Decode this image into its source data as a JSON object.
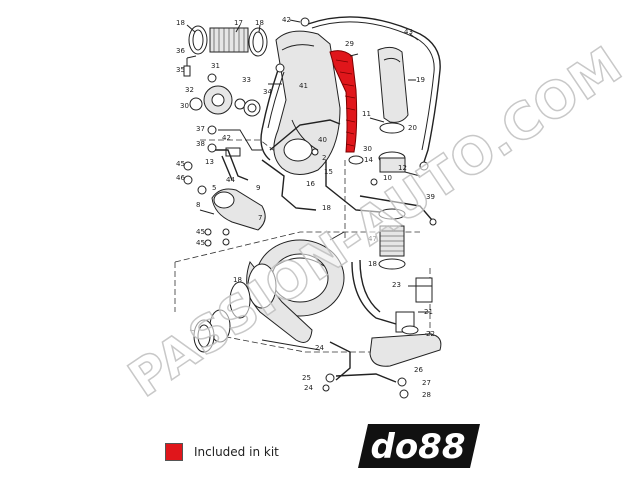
{
  "diagram": {
    "part_labels": [
      {
        "id": "p18a",
        "text": "18"
      },
      {
        "id": "p17",
        "text": "17"
      },
      {
        "id": "p18b",
        "text": "18"
      },
      {
        "id": "p42",
        "text": "42"
      },
      {
        "id": "p36",
        "text": "36"
      },
      {
        "id": "p35",
        "text": "35"
      },
      {
        "id": "p31",
        "text": "31"
      },
      {
        "id": "p33",
        "text": "33"
      },
      {
        "id": "p34",
        "text": "34"
      },
      {
        "id": "p41",
        "text": "41"
      },
      {
        "id": "p32",
        "text": "32"
      },
      {
        "id": "p30a",
        "text": "30"
      },
      {
        "id": "p29",
        "text": "29"
      },
      {
        "id": "p43",
        "text": "43"
      },
      {
        "id": "p19",
        "text": "19"
      },
      {
        "id": "p37",
        "text": "37"
      },
      {
        "id": "p38",
        "text": "38"
      },
      {
        "id": "p42b",
        "text": "42"
      },
      {
        "id": "p11",
        "text": "11"
      },
      {
        "id": "p20",
        "text": "20"
      },
      {
        "id": "p40",
        "text": "40"
      },
      {
        "id": "p30b",
        "text": "30"
      },
      {
        "id": "p13",
        "text": "13"
      },
      {
        "id": "p45a",
        "text": "45"
      },
      {
        "id": "p2",
        "text": "2"
      },
      {
        "id": "p14",
        "text": "14"
      },
      {
        "id": "p15",
        "text": "15"
      },
      {
        "id": "p12",
        "text": "12"
      },
      {
        "id": "p46",
        "text": "46"
      },
      {
        "id": "p10",
        "text": "10"
      },
      {
        "id": "p16",
        "text": "16"
      },
      {
        "id": "p39",
        "text": "39"
      },
      {
        "id": "p44",
        "text": "44"
      },
      {
        "id": "p9",
        "text": "9"
      },
      {
        "id": "p5",
        "text": "5"
      },
      {
        "id": "p8",
        "text": "8"
      },
      {
        "id": "p7",
        "text": "7"
      },
      {
        "id": "p45b",
        "text": "45"
      },
      {
        "id": "p45c",
        "text": "45"
      },
      {
        "id": "p47",
        "text": "47"
      },
      {
        "id": "p18c",
        "text": "18"
      },
      {
        "id": "p18d",
        "text": "18"
      },
      {
        "id": "p23",
        "text": "23"
      },
      {
        "id": "p21",
        "text": "21"
      },
      {
        "id": "p22",
        "text": "22"
      },
      {
        "id": "p18e",
        "text": "18"
      },
      {
        "id": "p24a",
        "text": "24"
      },
      {
        "id": "p25",
        "text": "25"
      },
      {
        "id": "p26",
        "text": "26"
      },
      {
        "id": "p24b",
        "text": "24"
      },
      {
        "id": "p27",
        "text": "27"
      },
      {
        "id": "p28",
        "text": "28"
      }
    ]
  },
  "watermark_text": "PASSION-AUTO.COM",
  "legend": {
    "label": "Included in kit",
    "color": "#e0161b"
  },
  "logo": {
    "text": "do88"
  },
  "colors": {
    "highlight": "#e0161b",
    "line": "#222222",
    "background": "#ffffff"
  }
}
